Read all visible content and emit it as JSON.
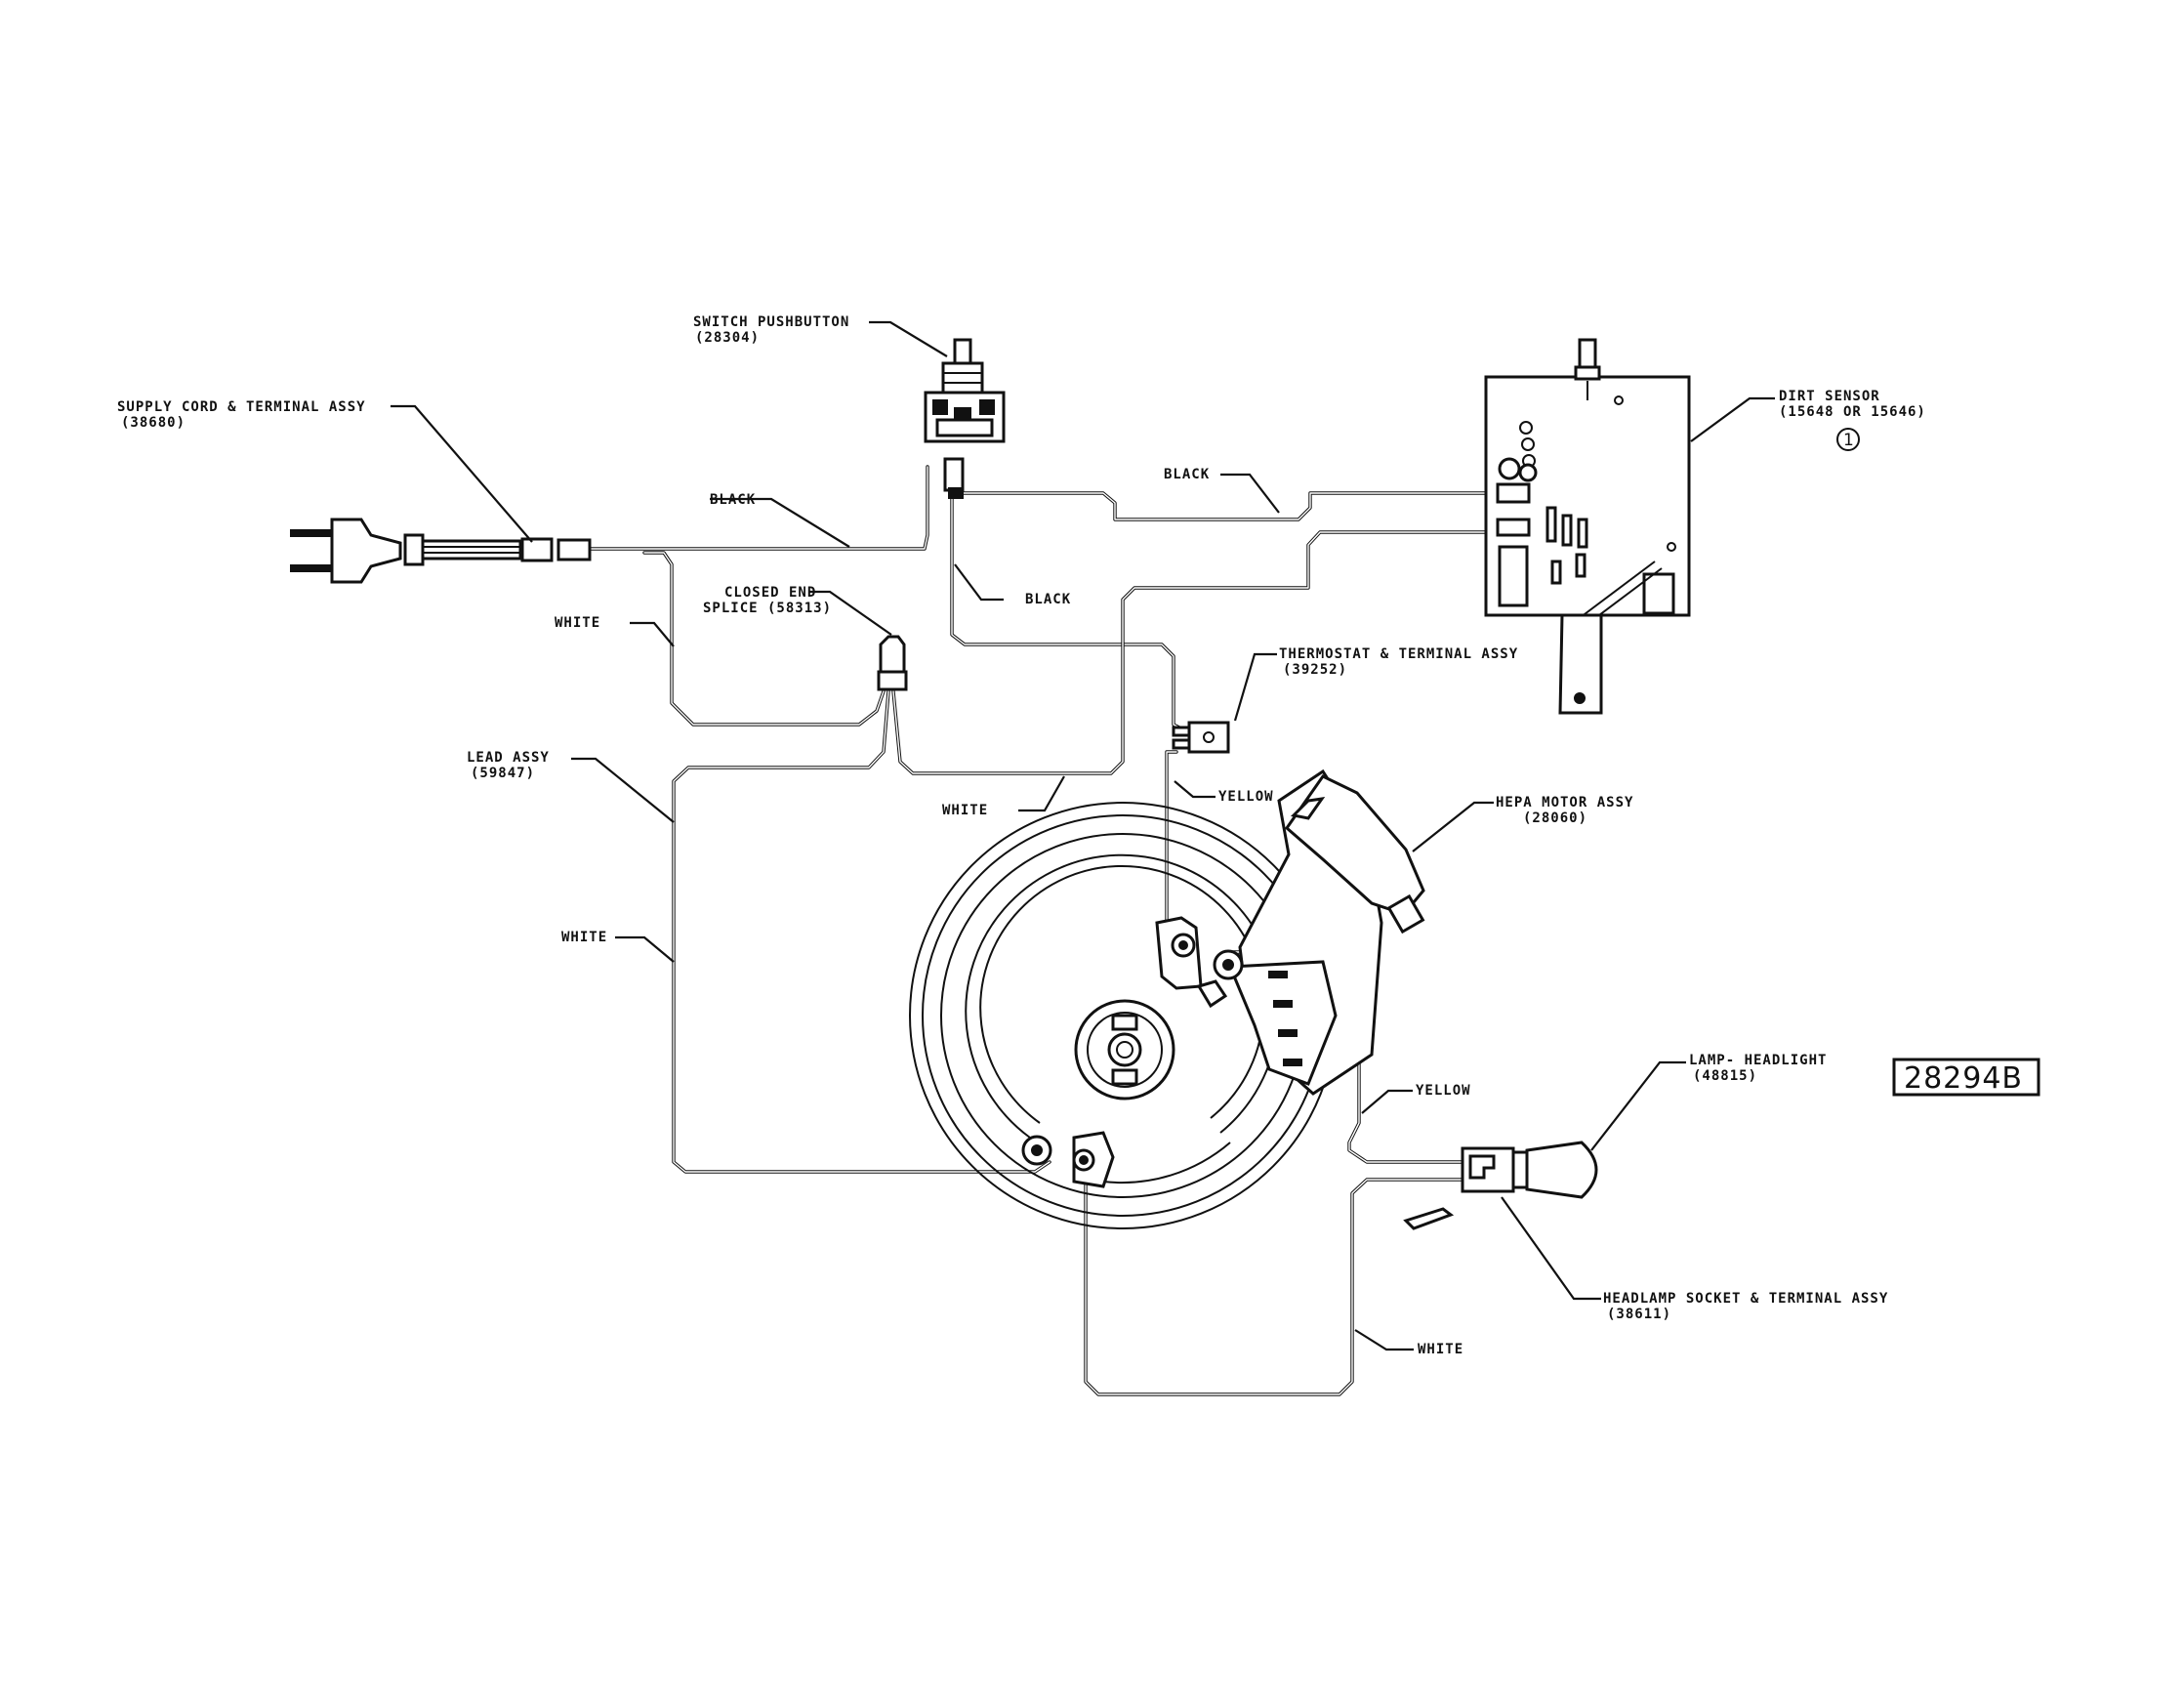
{
  "labels": {
    "supply_cord": {
      "name": "SUPPLY CORD & TERMINAL ASSY",
      "part": "(38680)"
    },
    "switch": {
      "name": "SWITCH PUSHBUTTON",
      "part": "(28304)"
    },
    "dirt_sensor": {
      "name": "DIRT SENSOR",
      "part": "(15648 OR 15646)",
      "note": "1"
    },
    "splice": {
      "name": "CLOSED END",
      "name2": "SPLICE (58313)"
    },
    "thermostat": {
      "name": "THERMOSTAT & TERMINAL ASSY",
      "part": "(39252)"
    },
    "lead_assy": {
      "name": "LEAD ASSY",
      "part": "(59847)"
    },
    "motor": {
      "name": "HEPA MOTOR ASSY",
      "part": "(28060)"
    },
    "lamp": {
      "name": "LAMP- HEADLIGHT",
      "part": "(48815)"
    },
    "socket": {
      "name": "HEADLAMP SOCKET & TERMINAL ASSY",
      "part": "(38611)"
    }
  },
  "wire_labels": {
    "black_cord": "BLACK",
    "black_switch": "BLACK",
    "black_sensor": "BLACK",
    "white_cord": "WHITE",
    "white_splice": "WHITE",
    "white_lead": "WHITE",
    "white_lamp": "WHITE",
    "yellow_thermo": "YELLOW",
    "yellow_lamp": "YELLOW"
  },
  "diagram_number": "28294B"
}
